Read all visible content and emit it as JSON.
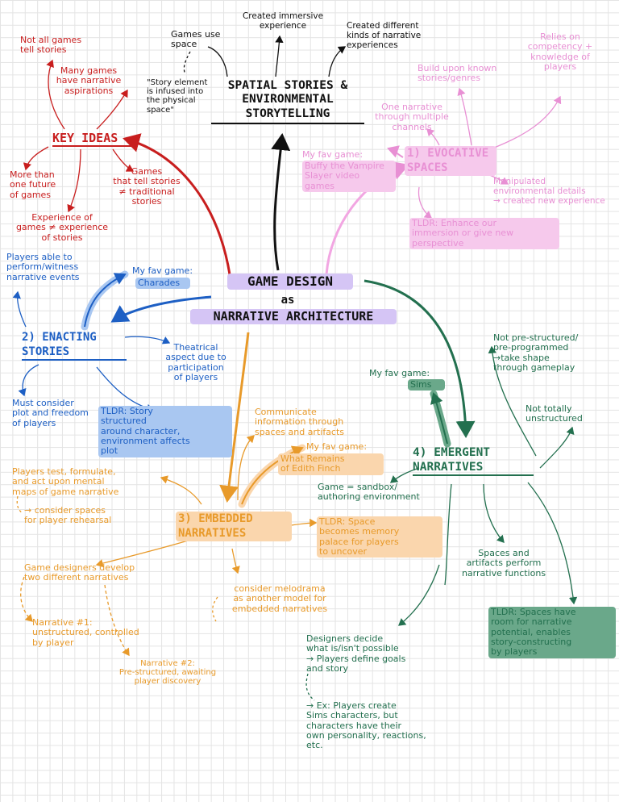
{
  "colors": {
    "red": "#c81e1e",
    "pink": "#e890d4",
    "blue": "#1d5fc4",
    "orange": "#e89a2a",
    "green": "#23704f",
    "purple_highlight": "#d5c5f5"
  },
  "center": {
    "line1": "GAME DESIGN",
    "line2": "as",
    "line3": "NARRATIVE ARCHITECTURE"
  },
  "top": {
    "title": "SPATIAL STORIES &\nENVIRONMENTAL\nSTORYTELLING",
    "games_use_space": "Games use\nspace",
    "story_element": "\"Story element\nis infused into\nthe physical\nspace\"",
    "immersive": "Created immersive\nexperience",
    "different_kinds": "Created different\nkinds of narrative\nexperiences"
  },
  "key_ideas": {
    "title": "KEY IDEAS",
    "not_all": "Not all games\ntell stories",
    "aspirations": "Many games\nhave narrative\naspirations",
    "more_than_one": "More than\none future\nof games",
    "not_traditional": "Games\nthat tell stories\n≠ traditional\nstories",
    "experience": "Experience of\ngames ≠ experience\nof stories"
  },
  "evocative": {
    "title": "1) EVOCATIVE\nSPACES",
    "fav_label": "My fav game:",
    "fav_game": "Buffy the Vampire\nSlayer video\ngames",
    "one_narrative": "One narrative\nthrough multiple\nchannels",
    "build_upon": "Build upon known\nstories/genres",
    "relies_on": "Relies on\ncompetency +\nknowledge of\nplayers",
    "manipulated": "Manipulated\nenvironmental details\n→ created new experience",
    "tldr": "TLDR: Enhance our\nimmersion or give new\nperspective"
  },
  "enacting": {
    "title": "2) ENACTING\nSTORIES",
    "players_able": "Players able to\nperform/witness\nnarrative events",
    "fav_label": "My fav game:",
    "fav_game": "Charades",
    "theatrical": "Theatrical\naspect due to\nparticipation\nof players",
    "must_consider": "Must consider\nplot and freedom\nof players",
    "tldr": "TLDR: Story\nstructured\naround character,\nenvironment affects\nplot"
  },
  "embedded": {
    "title": "3) EMBEDDED\nNARRATIVES",
    "communicate": "Communicate\ninformation through\nspaces and artifacts",
    "fav_label": "My fav game:",
    "fav_game": "What Remains\nof Edith Finch",
    "players_test": "Players test, formulate,\nand act upon mental\nmaps of game narrative",
    "consider_spaces": "→ consider spaces\nfor player rehearsal",
    "tldr": "TLDR: Space\nbecomes memory\npalace for players\nto uncover",
    "two_narratives": "Game designers develop\ntwo different narratives",
    "narrative1": "Narrative #1:\nunstructured, controlled\nby player",
    "narrative2": "Narrative #2:\nPre-structured, awaiting\nplayer discovery",
    "melodrama": "consider melodrama\nas another model for\nembedded narratives"
  },
  "emergent": {
    "title": "4) EMERGENT\nNARRATIVES",
    "fav_label": "My fav game:",
    "fav_game": "Sims",
    "not_prestructured": "Not pre-structured/\npre-programmed\n→take shape\nthrough gameplay",
    "not_totally": "Not totally\nunstructured",
    "sandbox": "Game = sandbox/\nauthoring environment",
    "spaces_artifacts": "Spaces and\nartifacts perform\nnarrative functions",
    "tldr": "TLDR: Spaces have\nroom for narrative\npotential, enables\nstory-constructing\nby players",
    "designers": "Designers decide\nwhat is/isn't possible\n→ Players define goals\nand story",
    "example": "→ Ex: Players create\nSims characters, but\ncharacters have their\nown personality, reactions,\netc."
  }
}
